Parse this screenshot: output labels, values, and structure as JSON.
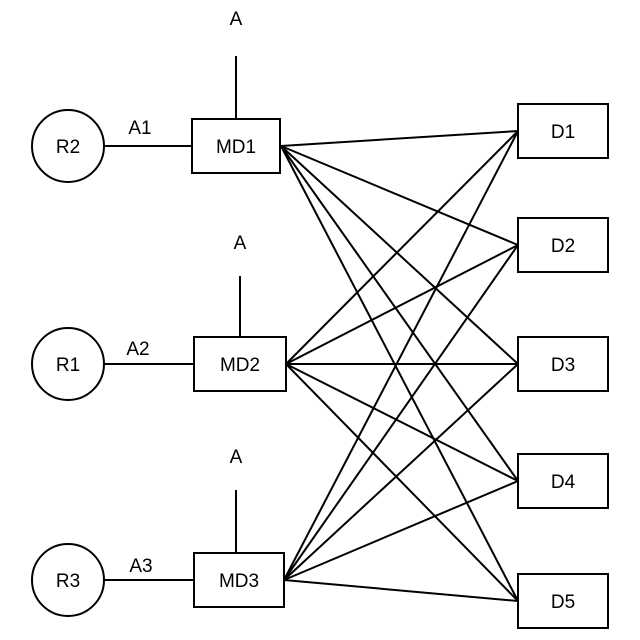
{
  "diagram": {
    "sources": [
      {
        "id": "R2",
        "label": "R2",
        "link_label": "A1",
        "target": "MD1"
      },
      {
        "id": "R1",
        "label": "R1",
        "link_label": "A2",
        "target": "MD2"
      },
      {
        "id": "R3",
        "label": "R3",
        "link_label": "A3",
        "target": "MD3"
      }
    ],
    "mediators": [
      {
        "id": "MD1",
        "label": "MD1",
        "antenna_label": "A"
      },
      {
        "id": "MD2",
        "label": "MD2",
        "antenna_label": "A"
      },
      {
        "id": "MD3",
        "label": "MD3",
        "antenna_label": "A"
      }
    ],
    "destinations": [
      {
        "id": "D1",
        "label": "D1"
      },
      {
        "id": "D2",
        "label": "D2"
      },
      {
        "id": "D3",
        "label": "D3"
      },
      {
        "id": "D4",
        "label": "D4"
      },
      {
        "id": "D5",
        "label": "D5"
      }
    ],
    "connections": "every mediator connects to every destination"
  }
}
